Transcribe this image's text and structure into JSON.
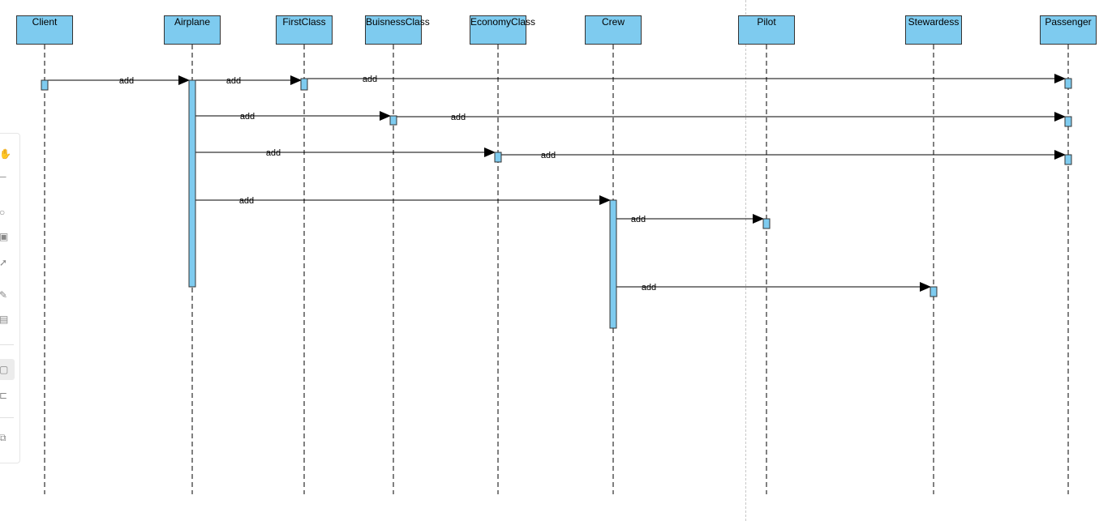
{
  "diagram": {
    "type": "sequence",
    "lifelines": [
      {
        "id": "client",
        "label": "Client"
      },
      {
        "id": "airplane",
        "label": "Airplane"
      },
      {
        "id": "firstclass",
        "label": "FirstClass"
      },
      {
        "id": "buisnessclass",
        "label": "BuisnessClass"
      },
      {
        "id": "economyclass",
        "label": "EconomyClass"
      },
      {
        "id": "crew",
        "label": "Crew"
      },
      {
        "id": "pilot",
        "label": "Pilot"
      },
      {
        "id": "stewardess",
        "label": "Stewardess"
      },
      {
        "id": "passenger",
        "label": "Passenger"
      }
    ],
    "messages": [
      {
        "from": "client",
        "to": "airplane",
        "label": "add"
      },
      {
        "from": "airplane",
        "to": "firstclass",
        "label": "add"
      },
      {
        "from": "firstclass",
        "to": "passenger",
        "label": "add"
      },
      {
        "from": "airplane",
        "to": "buisnessclass",
        "label": "add"
      },
      {
        "from": "buisnessclass",
        "to": "passenger",
        "label": "add"
      },
      {
        "from": "airplane",
        "to": "economyclass",
        "label": "add"
      },
      {
        "from": "economyclass",
        "to": "passenger",
        "label": "add"
      },
      {
        "from": "airplane",
        "to": "crew",
        "label": "add"
      },
      {
        "from": "crew",
        "to": "pilot",
        "label": "add"
      },
      {
        "from": "crew",
        "to": "stewardess",
        "label": "add"
      }
    ],
    "colors": {
      "lifeline_fill": "#7ecbef",
      "border": "#333333",
      "line": "#000000"
    }
  },
  "toolbar": {
    "tools": [
      {
        "icon": "hand-icon"
      },
      {
        "icon": "line-tool-icon"
      },
      {
        "icon": "circle-tool-icon"
      },
      {
        "icon": "image-tool-icon"
      },
      {
        "icon": "arrow-tool-icon"
      },
      {
        "icon": "pen-tool-icon"
      },
      {
        "icon": "table-tool-icon"
      },
      {
        "icon": "rectangle-tool-icon"
      },
      {
        "icon": "connector-tool-icon"
      },
      {
        "icon": "copy-tool-icon"
      }
    ]
  }
}
